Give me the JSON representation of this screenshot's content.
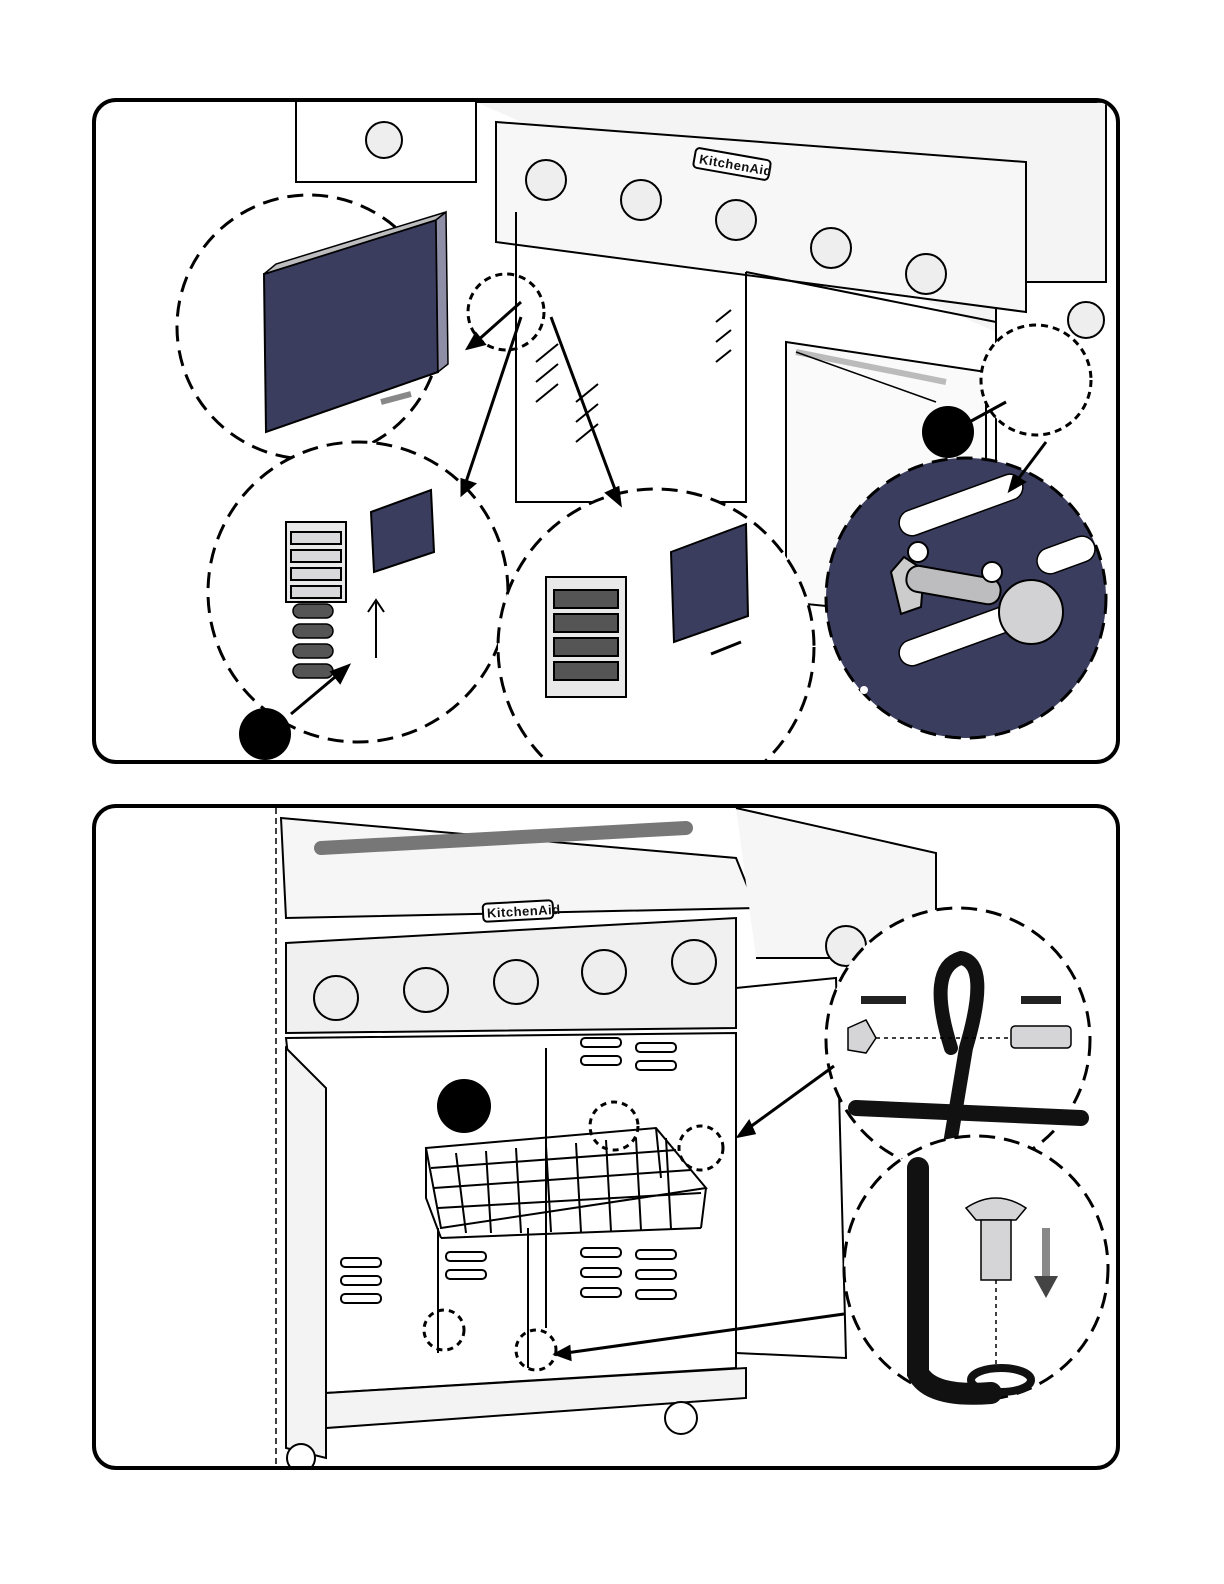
{
  "brand": {
    "logo_text": "KitchenAid"
  },
  "panels": [
    {
      "id": "step-battery-and-door-bolt",
      "callout_markers": 2
    },
    {
      "id": "step-wire-basket",
      "callout_markers": 1
    }
  ],
  "colors": {
    "outline": "#000000",
    "navy_part": "#3b3d5e",
    "steel_light": "#e9e9ea",
    "steel_mid": "#bdbdbf",
    "white": "#ffffff"
  }
}
